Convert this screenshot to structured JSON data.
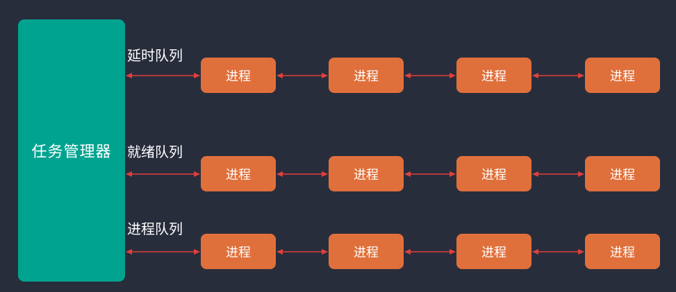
{
  "manager": {
    "label": "任务管理器"
  },
  "queues": [
    {
      "label": "延时队列",
      "processes": [
        "进程",
        "进程",
        "进程",
        "进程"
      ]
    },
    {
      "label": "就绪队列",
      "processes": [
        "进程",
        "进程",
        "进程",
        "进程"
      ]
    },
    {
      "label": "进程队列",
      "processes": [
        "进程",
        "进程",
        "进程",
        "进程"
      ]
    }
  ],
  "colors": {
    "background": "#282d3c",
    "manager": "#00a390",
    "process": "#e0703b",
    "arrow": "#e0403c",
    "text": "#ffffff"
  }
}
